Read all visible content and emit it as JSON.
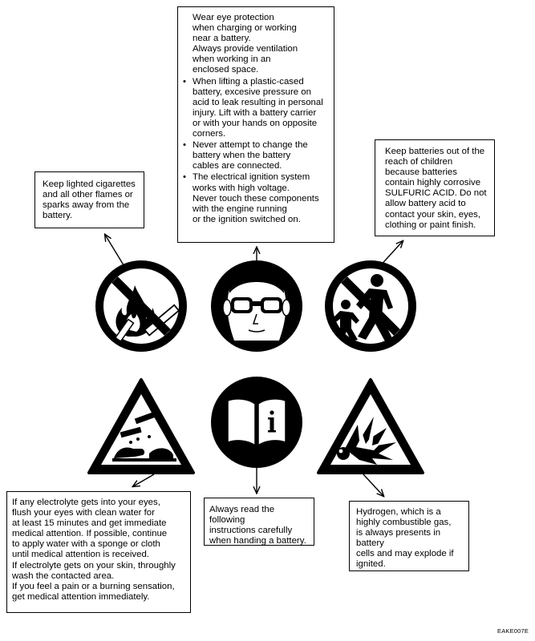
{
  "warnings": {
    "eye_protection": {
      "intro": "Wear eye protection\nwhen charging or working\nnear a battery.\nAlways provide ventilation\nwhen working in an\nenclosed space.",
      "bullets": [
        "When lifting a plastic-cased\nbattery, excesive pressure on\nacid to leak resulting in personal\ninjury. Lift with a battery carrier\nor with your hands on opposite\ncorners.",
        "Never attempt to change the\nbattery when the battery\ncables are connected.",
        "The electrical ignition system\nworks with high voltage.\nNever touch these components\nwith the engine running\nor the ignition switched on."
      ]
    },
    "no_flames": "Keep lighted cigarettes\nand all other flames or\nsparks away from the\nbattery.",
    "children": "Keep batteries out of the\nreach of children\nbecause batteries\ncontain highly corrosive\nSULFURIC ACID. Do not\nallow battery acid to\ncontact your skin, eyes,\nclothing or paint finish.",
    "electrolyte": "If any electrolyte gets into your eyes,\nflush your eyes with clean water for\nat least 15 minutes and get immediate\nmedical attention. If possible, continue\nto apply water with a sponge or cloth\nuntil medical attention is received.\nIf electrolyte gets on your skin, throughly\nwash the contacted area.\nIf you feel a pain or a burning sensation,\nget medical attention immediately.",
    "manual": "Always read the following\ninstructions carefully\nwhen handing a battery.",
    "hydrogen": "Hydrogen, which is a\nhighly combustible gas,\nis always presents in battery\ncells and may explode if\nignited."
  },
  "symbols": [
    {
      "name": "no-open-flame-icon"
    },
    {
      "name": "eye-protection-icon"
    },
    {
      "name": "keep-away-from-children-icon"
    },
    {
      "name": "corrosive-acid-warning-icon"
    },
    {
      "name": "read-instructions-icon"
    },
    {
      "name": "explosive-gas-warning-icon"
    }
  ],
  "figure_code": "EAKE007E"
}
